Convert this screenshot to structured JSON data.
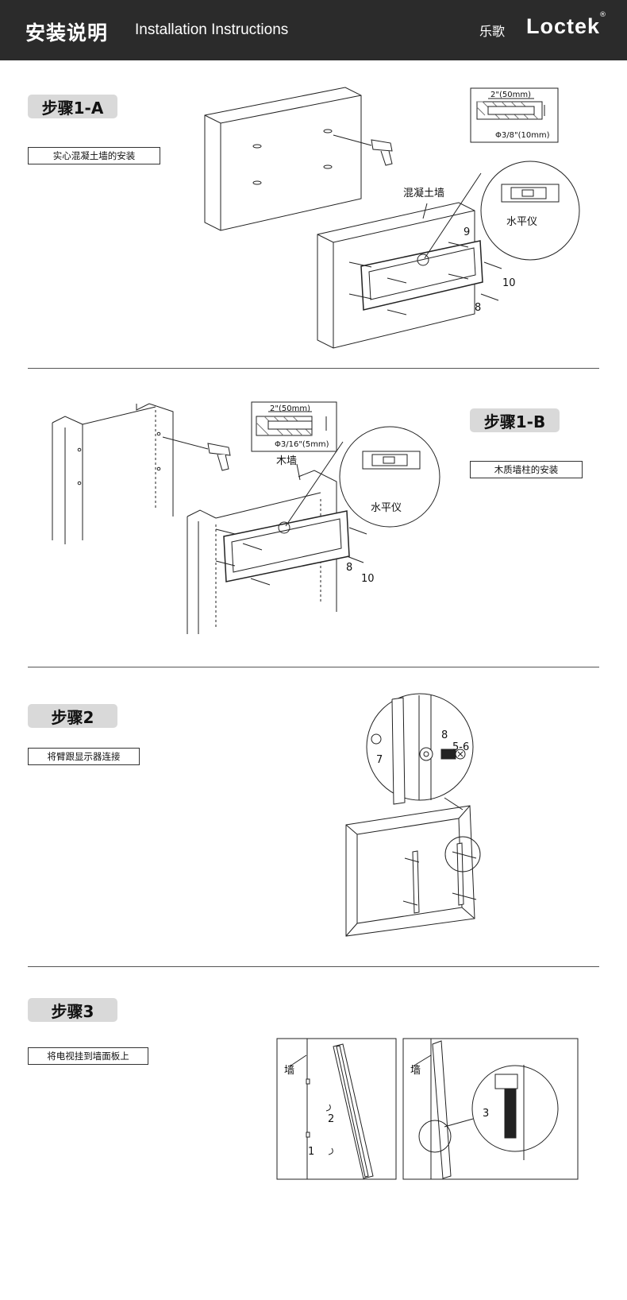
{
  "header": {
    "title_cn": "安装说明",
    "title_en": "Installation Instructions",
    "brand_cn": "乐歌",
    "brand_en": "Loctek",
    "brand_reg": "®"
  },
  "step1a": {
    "title": "步骤1-A",
    "subtitle": "实心混凝土墙的安装",
    "detail_dim": "2\"(50mm)",
    "detail_dia": "Φ3/8\"(10mm)",
    "wall_label": "混凝土墙",
    "level_label": "水平仪",
    "c9": "9",
    "c10": "10",
    "c8": "8"
  },
  "step1b": {
    "title": "步骤1-B",
    "subtitle": "木质墙柱的安装",
    "detail_dim": "2\"(50mm)",
    "detail_dia": "Φ3/16\"(5mm)",
    "wall_label": "木墙",
    "level_label": "水平仪",
    "c8": "8",
    "c10": "10"
  },
  "step2": {
    "title": "步骤2",
    "subtitle": "将臂跟显示器连接",
    "c8": "8",
    "c56": "5-6",
    "c7": "7"
  },
  "step3": {
    "title": "步骤3",
    "subtitle": "将电视挂到墙面板上",
    "wall_a": "墙",
    "wall_b": "墙",
    "c1": "1",
    "c2": "2",
    "c3": "3"
  }
}
